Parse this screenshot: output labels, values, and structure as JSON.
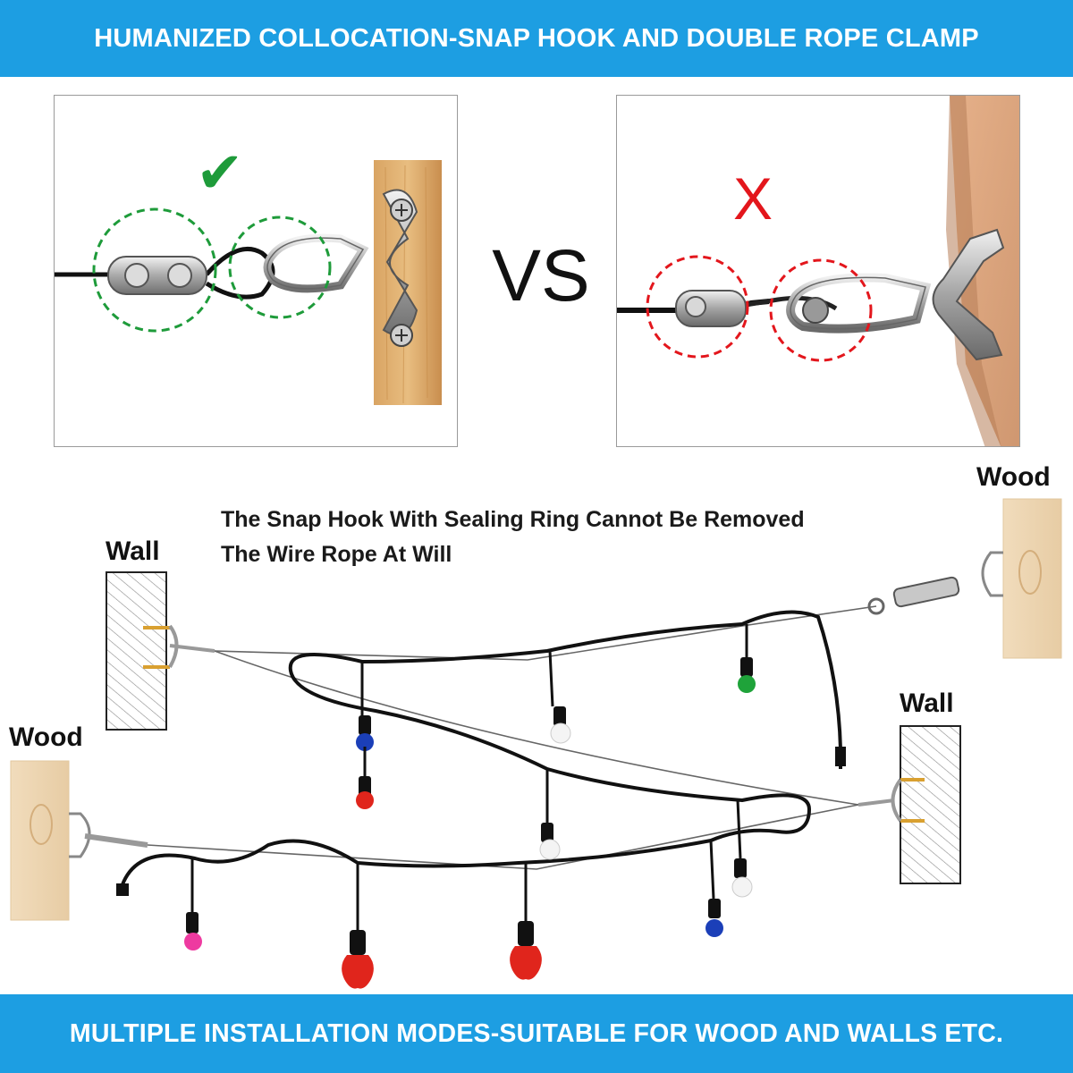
{
  "header": {
    "title": "HUMANIZED COLLOCATION-SNAP HOOK AND DOUBLE ROPE CLAMP"
  },
  "comparison": {
    "vs_label": "VS",
    "correct_mark": "✔",
    "wrong_mark": "X"
  },
  "installation": {
    "note_line1": "The Snap Hook With  Sealing Ring Cannot Be Removed",
    "note_line2": "The Wire Rope At Will",
    "labels": {
      "wall_left": "Wall",
      "wood_left": "Wood",
      "wood_right": "Wood",
      "wall_right": "Wall"
    }
  },
  "footer": {
    "title": "MULTIPLE INSTALLATION MODES-SUITABLE FOR WOOD AND WALLS ETC."
  },
  "colors": {
    "banner": "#1d9ee2",
    "check": "#1e9b3a",
    "cross": "#e3161c",
    "bulb_red": "#e0251c",
    "bulb_blue": "#1b3fb8",
    "bulb_green": "#1fa33a",
    "bulb_pink": "#ee3aa0",
    "bulb_white": "#f4f4f4"
  }
}
